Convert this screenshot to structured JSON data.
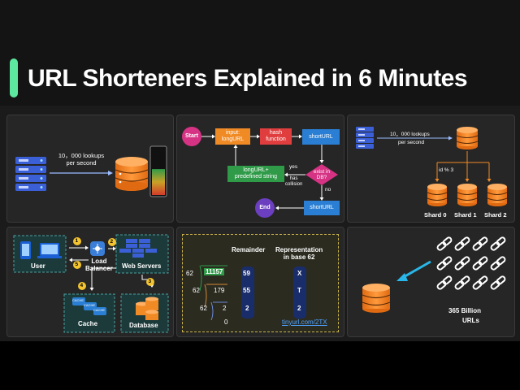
{
  "title": "URL Shorteners Explained in 6 Minutes",
  "p1": {
    "lookup_line1": "10，000 lookups",
    "lookup_line2": "per second",
    "fill_level": 0.55
  },
  "p2": {
    "start": "Start",
    "input": "input:\nlongURL",
    "hash": "hash\nfunction",
    "short1": "shortURL",
    "exist": "exist in\nDB?",
    "yes": "yes",
    "has_collision": "has\ncollision",
    "no": "no",
    "longurl_plus": "longURL+\npredefined string",
    "end": "End",
    "short2": "shortURL"
  },
  "p3": {
    "lookups": "10，000 lookups",
    "per_second": "per second",
    "id_mod": "id % 3",
    "shards": [
      "Shard 0",
      "Shard 1",
      "Shard 2"
    ]
  },
  "p4": {
    "user": "User",
    "load_balancer": "Load\nBalancer",
    "web_servers": "Web Servers",
    "cache": "Cache",
    "database": "Database",
    "steps": [
      "1",
      "2",
      "3",
      "4",
      "5"
    ],
    "cache_tags": [
      "CACHE",
      "CACHE",
      "CACHE"
    ]
  },
  "p5": {
    "remainder_header": "Remainder",
    "representation_header": "Representation\nin base 62",
    "dividend": "11157",
    "divisors": [
      "62",
      "62",
      "62"
    ],
    "quotients": [
      "179",
      "2",
      "0"
    ],
    "remainders": [
      "59",
      "55",
      "2"
    ],
    "chars": [
      "X",
      "T",
      "2"
    ],
    "url": "tinyurl.com/2TX"
  },
  "p6": {
    "count_line1": "365 Billion",
    "count_line2": "URLs"
  },
  "colors": {
    "accent": "#5de8a0",
    "red": "#e03e3e",
    "blue": "#2a7fd4",
    "green": "#2f9a48",
    "magenta": "#d63384",
    "orange": "#f08a24",
    "navy": "#1a2d6b"
  }
}
